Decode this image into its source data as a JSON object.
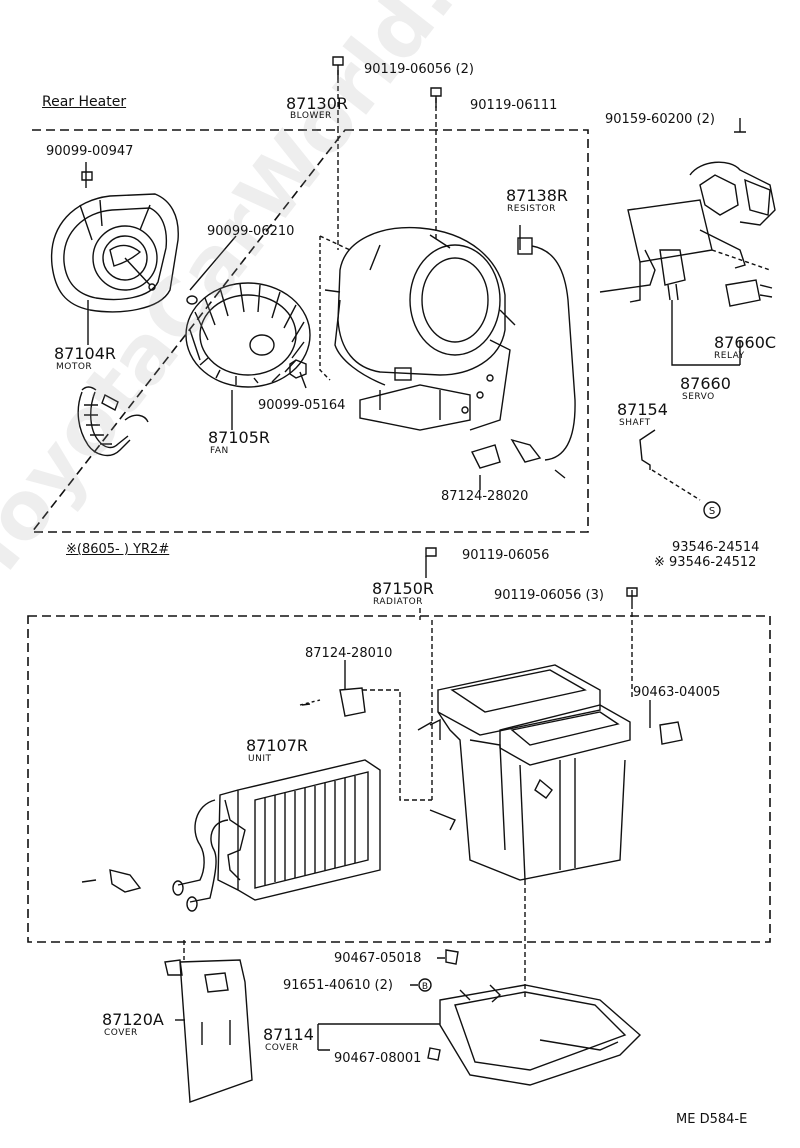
{
  "section_top": "Rear Heater",
  "section_bottom": "※(8605-        ) YR2#",
  "parts": {
    "b_screw_top": "90119-06056 (2)",
    "b_num": "87130R",
    "b_name": "BLOWER",
    "b_screw": "90119-06111",
    "servo_screw": "90159-60200 (2)",
    "motor_screw": "90099-00947",
    "resistor_num": "87138R",
    "resistor_name": "RESISTOR",
    "fan_clip": "90099-06210",
    "motor_num": "87104R",
    "motor_name": "MOTOR",
    "relay_num": "87660C",
    "relay_name": "RELAY",
    "servo_num": "87660",
    "servo_name": "SERVO",
    "nut": "90099-05164",
    "shaft_num": "87154",
    "shaft_name": "SHAFT",
    "fan_num": "87105R",
    "fan_name": "FAN",
    "bracket_top": "87124-28020",
    "snap1": "93546-24514",
    "snap2": "※ 93546-24512",
    "rad_screw": "90119-06056",
    "rad_num": "87150R",
    "rad_name": "RADIATOR",
    "rad_screw3": "90119-06056 (3)",
    "bracket_bot": "87124-28010",
    "clip_right": "90463-04005",
    "unit_num": "87107R",
    "unit_name": "UNIT",
    "clip_bot1": "90467-05018",
    "grommet": "91651-40610 (2)",
    "cover1_num": "87120A",
    "cover1_name": "COVER",
    "cover2_num": "87114",
    "cover2_name": "COVER",
    "clip_bot2": "90467-08001",
    "code": "ME  D584-E"
  },
  "watermark": "ToyotaCarWorld.ru"
}
